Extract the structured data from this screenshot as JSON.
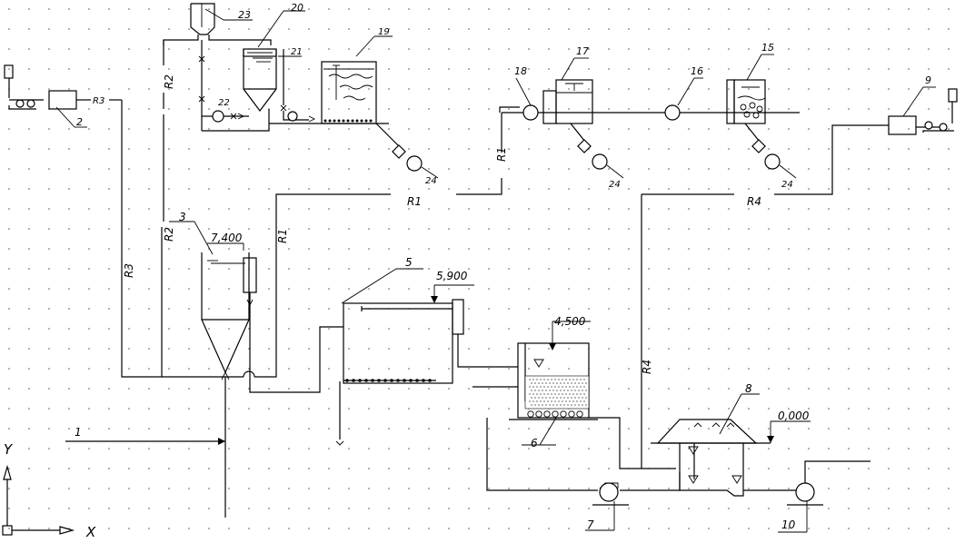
{
  "units": {
    "u1": "1",
    "u2": "2",
    "u3": "3",
    "u5": "5",
    "u6": "6",
    "u7": "7",
    "u8": "8",
    "u9": "9",
    "u10": "10",
    "u15": "15",
    "u16": "16",
    "u17": "17",
    "u18": "18",
    "u19": "19",
    "u20": "20",
    "u21": "21",
    "u22": "22",
    "u23": "23",
    "u24a": "24",
    "u24b": "24",
    "u24c": "24"
  },
  "levels": {
    "l3": "7,400",
    "l5": "5,900",
    "l6": "4,500",
    "l8": "0,000"
  },
  "lines": {
    "r1a": "R1",
    "r1b": "R1",
    "r1c": "R1",
    "r2a": "R2",
    "r2b": "R2",
    "r3a": "R3",
    "r3b": "R3",
    "r4a": "R4",
    "r4b": "R4"
  },
  "axes": {
    "y": "Y",
    "x": "X"
  }
}
